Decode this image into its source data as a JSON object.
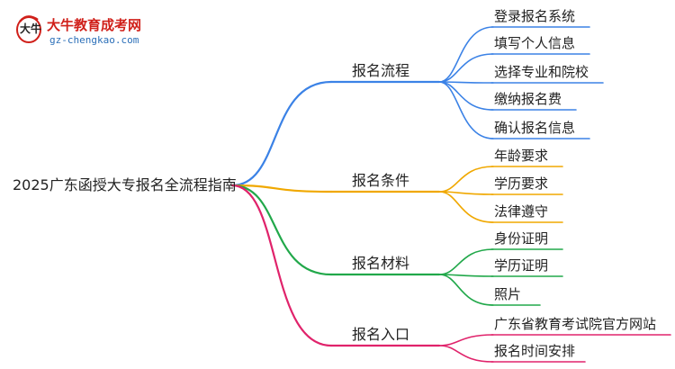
{
  "logo": {
    "mark_text": "大牛",
    "title": "大牛教育成考网",
    "url": "gz-chengkao.com"
  },
  "root": "2025广东函授大专报名全流程指南",
  "colors": {
    "flow": "#3b82e6",
    "conditions": "#f0a800",
    "materials": "#21a84a",
    "entry": "#e0236b"
  },
  "branches": [
    {
      "key": "flow",
      "label": "报名流程",
      "leaves": [
        "登录报名系统",
        "填写个人信息",
        "选择专业和院校",
        "缴纳报名费",
        "确认报名信息"
      ]
    },
    {
      "key": "conditions",
      "label": "报名条件",
      "leaves": [
        "年龄要求",
        "学历要求",
        "法律遵守"
      ]
    },
    {
      "key": "materials",
      "label": "报名材料",
      "leaves": [
        "身份证明",
        "学历证明",
        "照片"
      ]
    },
    {
      "key": "entry",
      "label": "报名入口",
      "leaves": [
        "广东省教育考试院官方网站",
        "报名时间安排"
      ]
    }
  ]
}
